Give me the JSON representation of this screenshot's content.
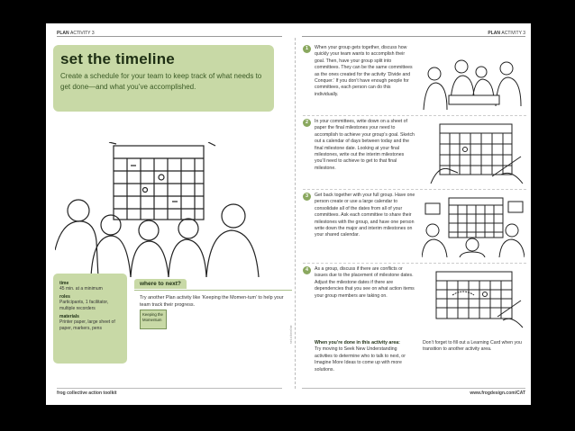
{
  "header": {
    "left_bold": "PLAN",
    "left_light": "ACTIVITY 3",
    "right_bold": "PLAN",
    "right_light": "ACTIVITY 3"
  },
  "intro": {
    "title": "set the timeline",
    "subtitle": "Create a schedule for your team to keep track of what needs to get done—and what you’ve accomplished."
  },
  "sidebar": {
    "time_label": "time",
    "time_value": "45 min. at a minimum",
    "roles_label": "roles",
    "roles_value": "Participants, 1 facilitator, multiple recorders",
    "materials_label": "materials",
    "materials_value": "Printer paper, large sheet of paper, markers, pens"
  },
  "where_next": {
    "heading": "where to next?",
    "text": "Try another Plan activity like ‘Keeping the Momen-tum’ to help your team track their progress.",
    "card_label": "Keeping the Momentum"
  },
  "steps": [
    {
      "num": "1",
      "text": "When your group gets together, discuss how quickly your team wants to accomplish their goal. Then, have your group split into committees. They can be the same committees as the ones created for the activity ‘Divide and Conquer.’ If you don’t have enough people for committees, each person can do this individually."
    },
    {
      "num": "2",
      "text": "In your committees, write down on a sheet of paper the final milestones your need to accomplish to achieve your group’s goal. Sketch out a calendar of days between today and the final milestone date. Looking at your final milestones, write out the interim milestones you’ll need to achieve to get to that final milestone."
    },
    {
      "num": "3",
      "text": "Get back together with your full group. Have one person create or use a large calendar to consolidate all of the dates from all of your committees. Ask each committee to share their milestones with the group, and have one person write down the major and interim milestones on your shared calendar."
    },
    {
      "num": "4",
      "text": "As a group, discuss if there are conflicts or issues due to the placement of milestone dates. Adjust the milestone dates if there are dependencies that you see on what action items your group members are taking on."
    }
  ],
  "done": {
    "lead": "When you’re done in this activity area:",
    "text": "Try moving to Seek New Understanding activities to determine who to talk to next, or Imagine More Ideas to come up with more solutions."
  },
  "learning_card": "Don’t forget to fill out a Learning Card when you transition to another activity area.",
  "footer": {
    "left": "frog collective action toolkit",
    "right": "www.frogdesign.com/CAT",
    "vertical": "set a timeline"
  },
  "colors": {
    "accent_green": "#c8d9a6",
    "dark_green": "#1e2f14",
    "badge_green": "#8aa85f"
  }
}
